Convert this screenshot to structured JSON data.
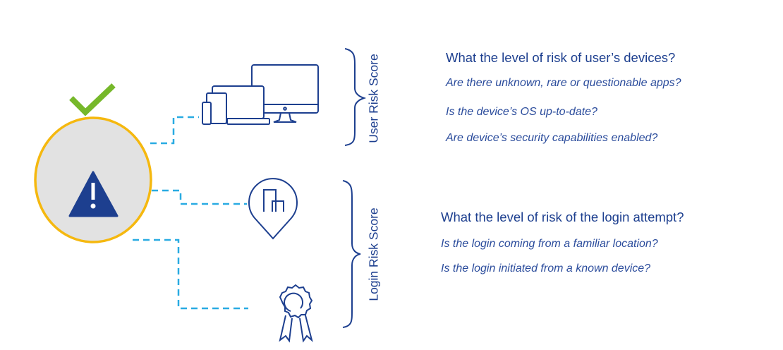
{
  "colors": {
    "navy": "#1d3f8f",
    "cyan": "#29abe2",
    "green": "#76b82a",
    "gold": "#f5b80f",
    "gray": "#e2e2e2"
  },
  "user_section": {
    "label": "User Risk Score",
    "heading": "What the level of risk of user’s devices?",
    "questions": [
      "Are there unknown, rare or questionable apps?",
      "Is the device’s OS up-to-date?",
      "Are device’s security capabilities enabled?"
    ]
  },
  "login_section": {
    "label": "Login Risk Score",
    "heading": "What the level of risk of the login attempt?",
    "questions": [
      "Is the login coming from a familiar location?",
      "Is the login initiated from a known device?"
    ]
  },
  "icons": [
    "checkmark-icon",
    "warning-icon",
    "devices-icon",
    "location-pin-icon",
    "award-ribbon-icon"
  ]
}
